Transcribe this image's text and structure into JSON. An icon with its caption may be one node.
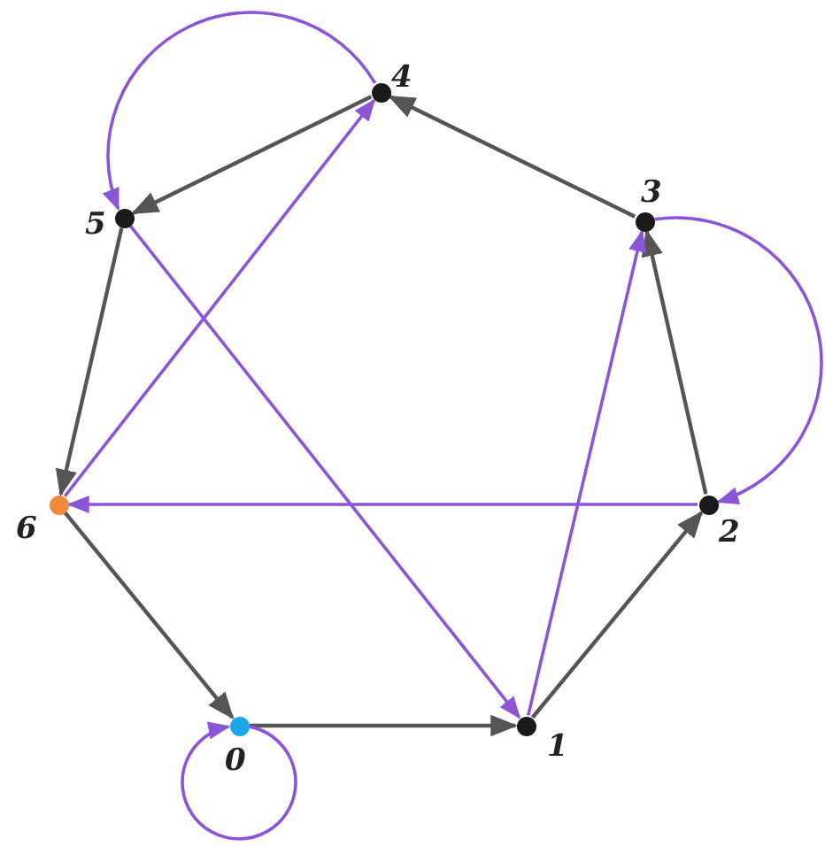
{
  "diagram": {
    "nodes": [
      {
        "text": [],
        "shape": "circle",
        "beside": [
          "0"
        ]
      },
      {
        "text": [],
        "shape": "circle",
        "beside": [
          "1"
        ]
      },
      {
        "text": [],
        "shape": "circle",
        "beside": [
          "2"
        ]
      },
      {
        "text": [],
        "shape": "circle",
        "beside": [
          "3"
        ]
      },
      {
        "text": [],
        "shape": "circle",
        "beside": [
          "4"
        ]
      },
      {
        "text": [],
        "shape": "circle",
        "beside": [
          "5"
        ]
      },
      {
        "text": [],
        "shape": "circle",
        "beside": [
          "6"
        ]
      }
    ],
    "edges": [
      {
        "from": 0,
        "to": 1,
        "arrow": "to"
      },
      {
        "from": 1,
        "to": 2,
        "arrow": "to"
      },
      {
        "from": 2,
        "to": 3,
        "arrow": "to"
      },
      {
        "from": 3,
        "to": 4,
        "arrow": "to"
      },
      {
        "from": 4,
        "to": 5,
        "arrow": "to"
      },
      {
        "from": 5,
        "to": 6,
        "arrow": "to"
      },
      {
        "from": 6,
        "to": 0,
        "arrow": "to"
      },
      {
        "from": 4,
        "to": 5,
        "arrow": "to",
        "color": "#8a55d6"
      },
      {
        "from": 3,
        "to": 2,
        "arrow": "to",
        "color": "#8a55d6"
      },
      {
        "from": 0,
        "to": 0,
        "arrow": "to",
        "color": "#8a55d6"
      },
      {
        "from": 6,
        "to": 4,
        "arrow": "to",
        "color": "#8a55d6"
      },
      {
        "from": 2,
        "to": 6,
        "arrow": "to",
        "color": "#8a55d6"
      },
      {
        "from": 5,
        "to": 1,
        "arrow": "to",
        "color": "#8a55d6"
      },
      {
        "from": 1,
        "to": 3,
        "arrow": "to",
        "color": "#8a55d6"
      }
    ]
  }
}
